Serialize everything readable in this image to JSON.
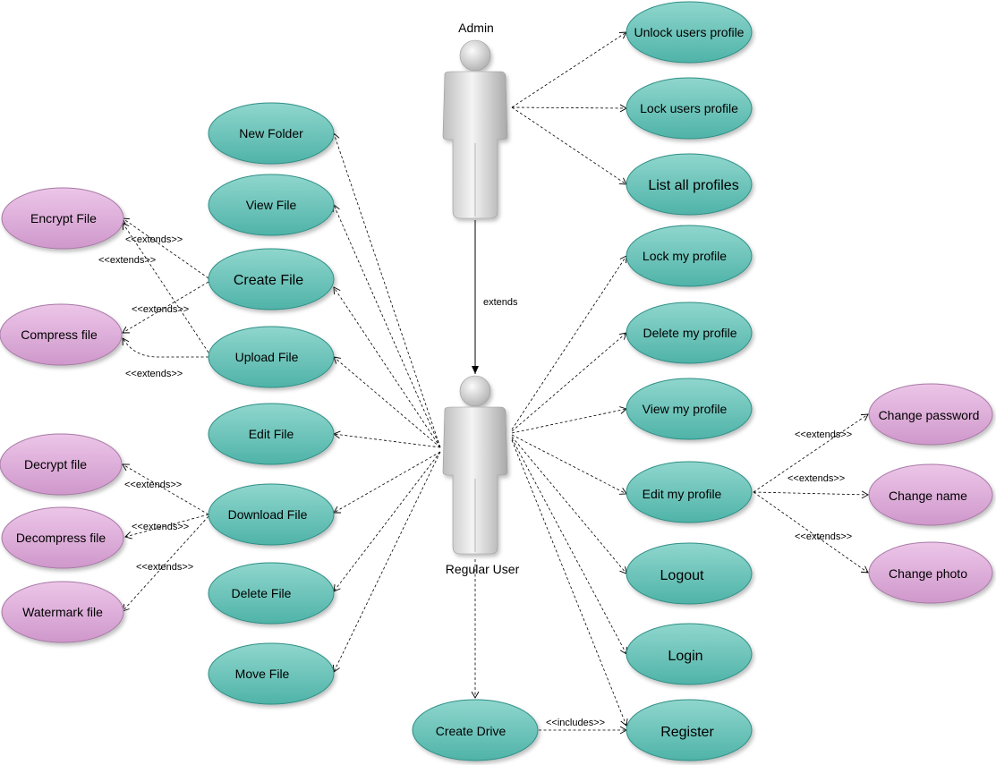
{
  "actors": {
    "admin": "Admin",
    "regular_user": "Regular User"
  },
  "colors": {
    "use_case_fill": "#66c2b8",
    "use_case_stroke": "#2f8f86",
    "extension_fill": "#dcaad8",
    "extension_stroke": "#a87aa6",
    "actor_light": "#f5f5f5",
    "actor_dark": "#a8a8a8"
  },
  "admin_cases": {
    "unlock": "Unlock users profile",
    "lock": "Lock users profile",
    "list": "List all profiles"
  },
  "file_cases": {
    "new_folder": "New Folder",
    "view_file": "View File",
    "create_file": "Create File",
    "upload_file": "Upload File",
    "edit_file": "Edit File",
    "download_file": "Download File",
    "delete_file": "Delete File",
    "move_file": "Move File"
  },
  "file_extensions": {
    "encrypt": "Encrypt File",
    "compress": "Compress file",
    "decrypt": "Decrypt file",
    "decompress": "Decompress file",
    "watermark": "Watermark file"
  },
  "profile_cases": {
    "lock_my": "Lock my profile",
    "delete_my": "Delete my profile",
    "view_my": "View my profile",
    "edit_my": "Edit my profile",
    "logout": "Logout",
    "login": "Login",
    "register": "Register",
    "create_drive": "Create Drive"
  },
  "profile_extensions": {
    "change_password": "Change password",
    "change_name": "Change name",
    "change_photo": "Change photo"
  },
  "relations": {
    "extends_plain": "extends",
    "extends_stereotype": "<<extends>>",
    "includes_stereotype": "<<includes>>"
  }
}
